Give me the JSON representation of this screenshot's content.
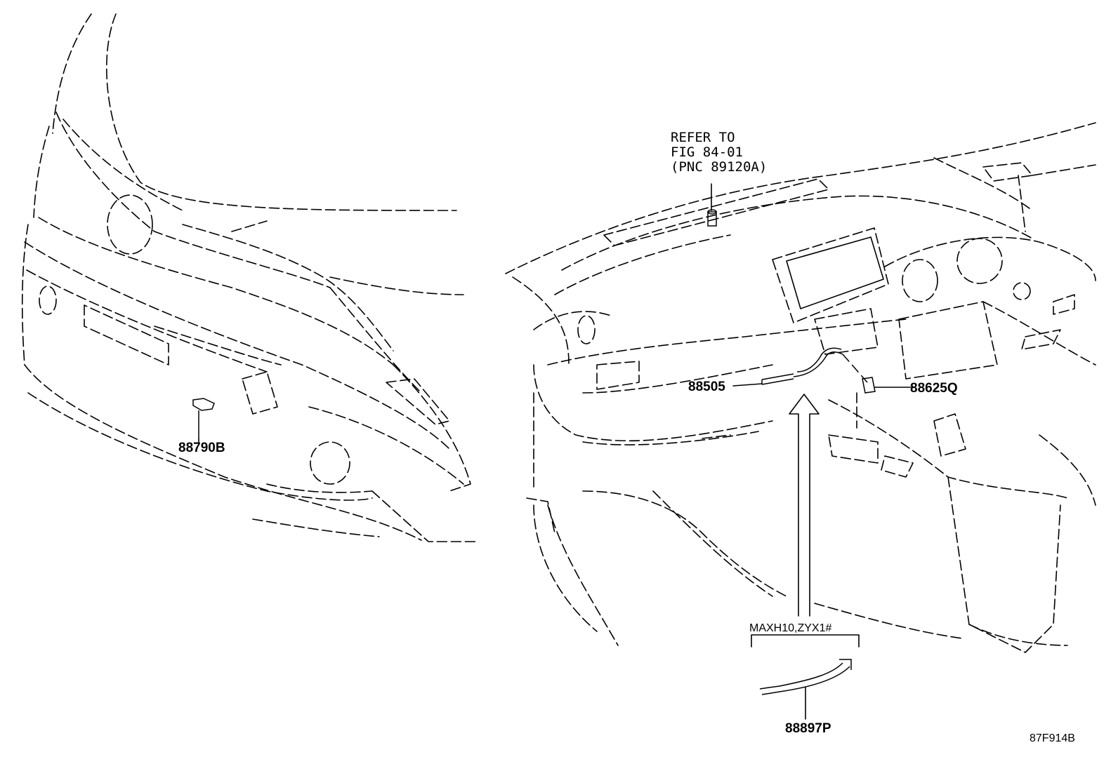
{
  "labels": {
    "ref_line1": "REFER TO",
    "ref_line2": "FIG 84-01",
    "ref_line3": "(PNC 89120A)",
    "part_88790B": "88790B",
    "part_88505": "88505",
    "part_88625Q": "88625Q",
    "variant": "MAXH10,ZYX1#",
    "part_88897P": "88897P",
    "figure_code": "87F914B"
  }
}
